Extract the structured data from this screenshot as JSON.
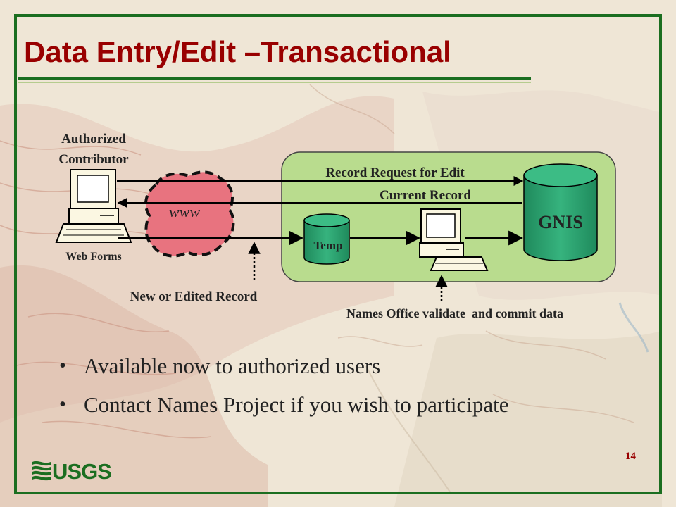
{
  "slide": {
    "title": "Data Entry/Edit –Transactional",
    "page_number": "14",
    "logo_text": "USGS"
  },
  "diagram": {
    "contributor_label_line1": "Authorized",
    "contributor_label_line2": "Contributor",
    "web_forms_label": "Web Forms",
    "cloud_label": "www",
    "request_arrow_label": "Record Request for Edit",
    "current_record_label": "Current Record",
    "temp_label": "Temp",
    "gnis_label": "GNIS",
    "new_record_label": "New or Edited Record",
    "names_office_label": "Names Office validate  and commit data"
  },
  "bullets": [
    "Available now to authorized users",
    "Contact Names Project if you wish to participate"
  ],
  "colors": {
    "title": "#990000",
    "frame_green": "#1b6e20",
    "panel_green": "#b9dc8e",
    "db_green": "#2aa570",
    "cloud_pink": "#e8737f"
  }
}
